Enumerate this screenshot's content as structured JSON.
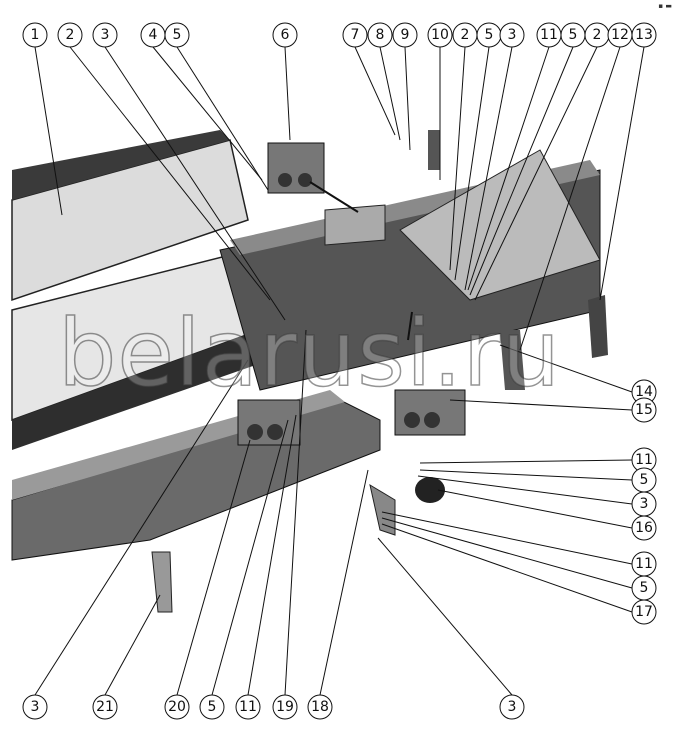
{
  "diagram": {
    "watermark": "belarusi.ru",
    "corner_mark": "▪ ▬",
    "callouts_top": [
      "1",
      "2",
      "3",
      "4",
      "5",
      "6",
      "7",
      "8",
      "9",
      "10",
      "2",
      "5",
      "3",
      "11",
      "5",
      "2",
      "12",
      "13"
    ],
    "callouts_right": [
      "14",
      "15",
      "11",
      "5",
      "3",
      "16",
      "11",
      "5",
      "17"
    ],
    "callouts_bottom": [
      "3",
      "21",
      "20",
      "5",
      "11",
      "19",
      "18",
      "3"
    ]
  }
}
